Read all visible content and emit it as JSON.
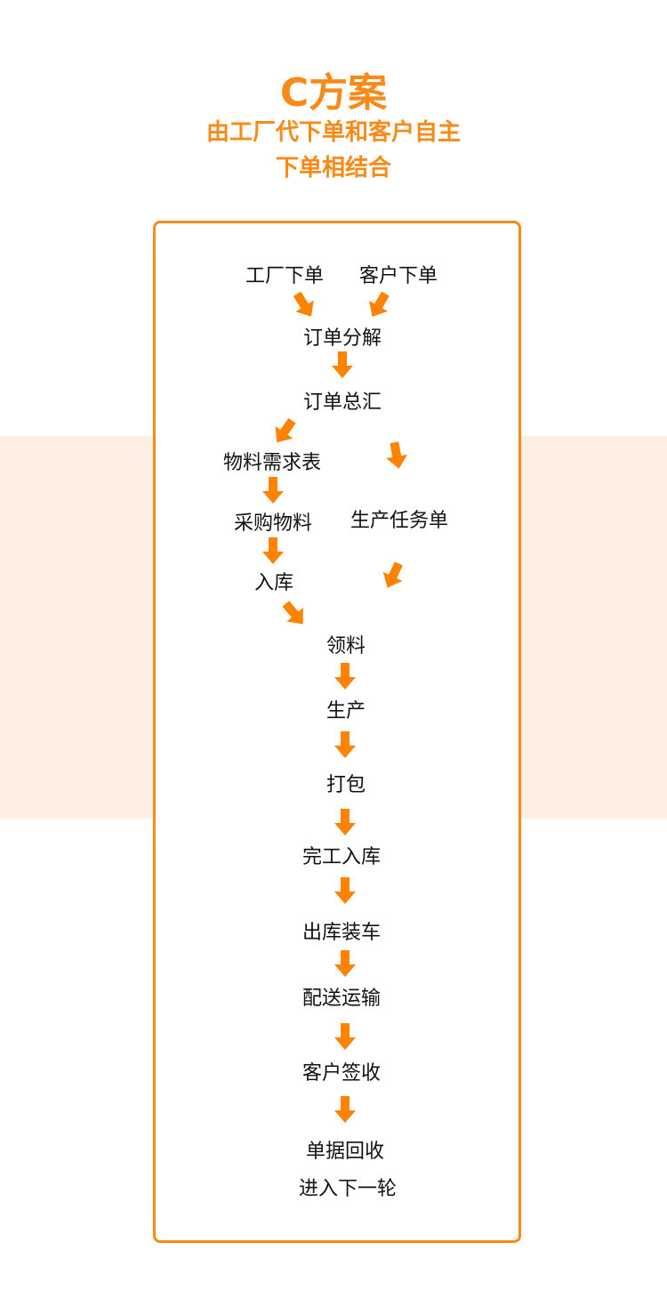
{
  "header": {
    "title": "C方案",
    "subtitle_line1": "由工厂代下单和客户自主",
    "subtitle_line2": "下单相结合"
  },
  "colors": {
    "accent": "#ff8200",
    "band": "#fdf0e3"
  },
  "nodes": [
    "工厂下单",
    "客户下单",
    "订单分解",
    "订单总汇",
    "物料需求表",
    "生产任务单",
    "采购物料",
    "入库",
    "领料",
    "生产",
    "打包",
    "完工入库",
    "出库装车",
    "配送运输",
    "客户签收",
    "单据回收",
    "进入下一轮"
  ]
}
